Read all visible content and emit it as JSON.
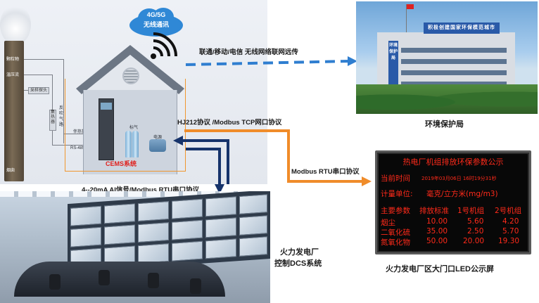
{
  "cloud": {
    "network": "4G/5G",
    "label": "无线通讯"
  },
  "cems": {
    "system_label": "CEMS系统",
    "chimney_labels": [
      "颗粒物",
      "温压流"
    ],
    "probe_label": "采样探头",
    "pipe_label_1": "集热器",
    "pipe_label_2": "反吹气路",
    "pipe_label_3": "伴热管线",
    "rs485": "RS-485",
    "gas_label": "标气",
    "power_label": "电源",
    "chimney_name": "烟囱"
  },
  "links": {
    "wireless": "联通/移动/电信   无线网络联网远传",
    "hj212": "HJ212协议 /Modbus TCP网口协议",
    "rtu": "Modbus RTU串口协议",
    "dcs_signal": "4--20mA AI信号/Modbus RTU串口协议"
  },
  "epb": {
    "caption": "环境保护局",
    "sign": "积极创建国家环保模范城市",
    "side_sign": "环境保护局"
  },
  "dcs": {
    "caption_line1": "火力发电厂",
    "caption_line2": "控制DCS系统"
  },
  "led": {
    "caption": "火力发电厂区大门口LED公示屏",
    "title": "热电厂机组排放环保参数公示",
    "time_label": "当前时间",
    "time_value": "2019年03月06日   16时19分31秒",
    "unit_label": "计量单位:",
    "unit_value": "毫克/立方米(mg/m3)",
    "header": [
      "主要参数",
      "排放标准",
      "1号机组",
      "2号机组"
    ],
    "rows": [
      {
        "name": "烟尘",
        "std": "10.00",
        "u1": "5.60",
        "u2": "4.20"
      },
      {
        "name": "二氧化硫",
        "std": "35.00",
        "u1": "2.50",
        "u2": "5.70"
      },
      {
        "name": "氮氧化物",
        "std": "50.00",
        "u1": "20.00",
        "u2": "19.30"
      }
    ]
  },
  "colors": {
    "wireless_arrow": "#2f7ed0",
    "tcp_arrow": "#f08c2a",
    "dcs_arrow": "#16336b",
    "led_text": "#ff2a1a"
  }
}
